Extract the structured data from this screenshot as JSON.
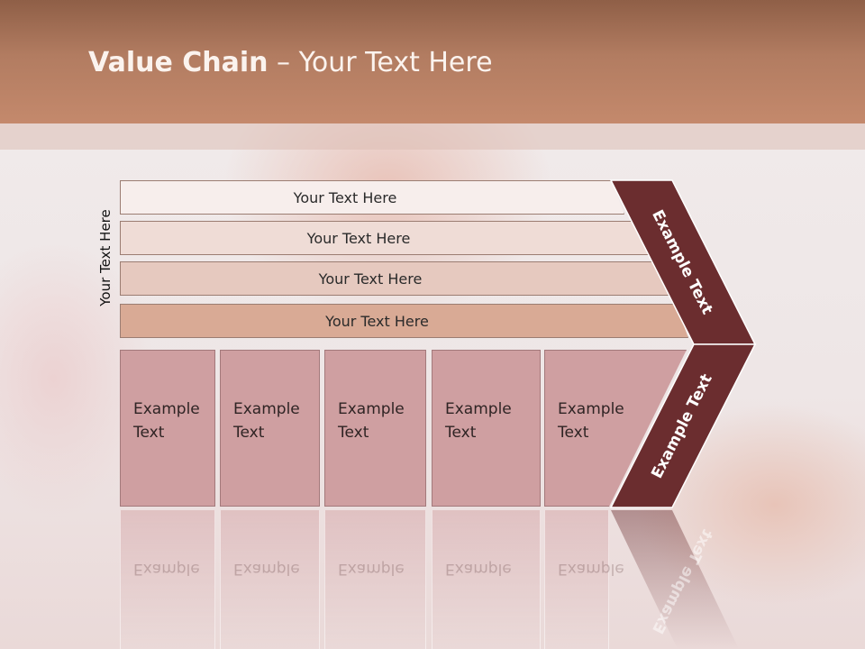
{
  "slide": {
    "title_bold": "Value Chain",
    "title_rest": " – Your Text Here",
    "vertical_label": "Your Text Here",
    "bars": [
      "Your Text Here",
      "Your Text Here",
      "Your Text Here",
      "Your Text Here"
    ],
    "columns": [
      {
        "line1": "Example",
        "line2": "Text"
      },
      {
        "line1": "Example",
        "line2": "Text"
      },
      {
        "line1": "Example",
        "line2": "Text"
      },
      {
        "line1": "Example",
        "line2": "Text"
      },
      {
        "line1": "Example",
        "line2": "Text"
      }
    ],
    "chevron_top_label": "Example Text",
    "chevron_bottom_label": "Example Text"
  },
  "colors": {
    "title_bar": "#b27c61",
    "bar_1": "#f7eeec",
    "bar_2": "#efdcd6",
    "bar_3": "#e6c9bf",
    "bar_4": "#d9aa95",
    "column": "#cf9fa1",
    "chevron": "#6b2d2f"
  }
}
